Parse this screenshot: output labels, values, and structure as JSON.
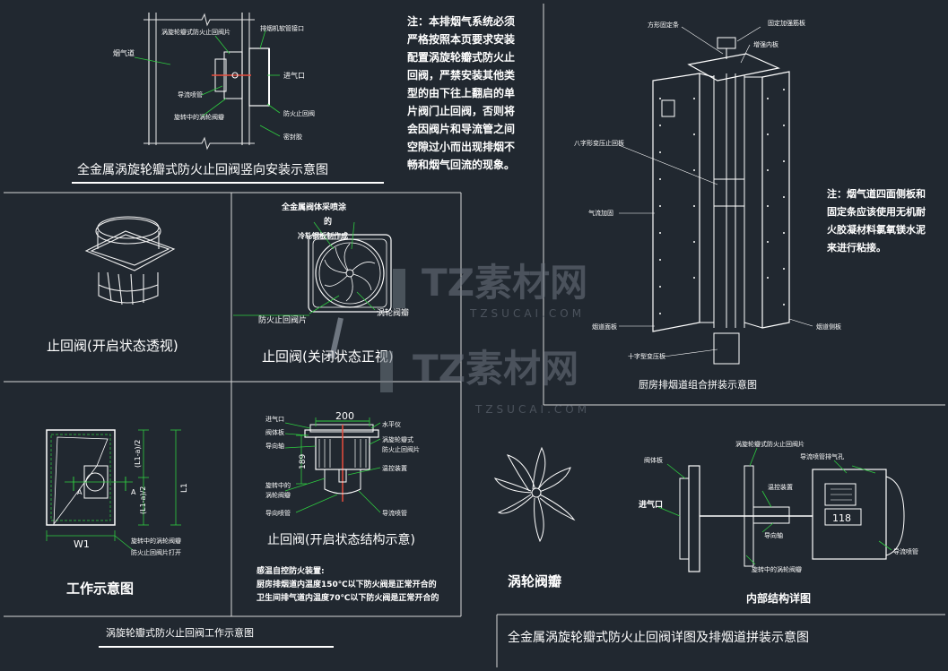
{
  "top_left": {
    "labels": {
      "flue": "烟气道",
      "vortex_damper": "涡旋轮瓣式防火止回阀片",
      "outlet": "排烟机软管接口",
      "inlet": "进气口",
      "guide_pipe": "导流喷管",
      "fire_valve": "防火止回阀",
      "rotating_blade": "旋转中的涡轮阀瓣",
      "seal": "密封胶"
    },
    "title": "全金属涡旋轮瓣式防火止回阀竖向安装示意图"
  },
  "note_top": [
    "注：本排烟气系统必须",
    "严格按照本页要求安装",
    "配置涡旋轮瓣式防火止",
    "回阀，严禁安装其他类",
    "型的由下往上翻启的单",
    "片阀门止回阀，否则将",
    "会因阀片和导流管之间",
    "空隙过小而出现排烟不",
    "畅和烟气回流的现象。"
  ],
  "open_view": {
    "title": "止回阀(开启状态透视)"
  },
  "closed_view": {
    "labels": [
      "全金属阀体采喷涂",
      "的",
      "冷轧钢板制作成",
      "防火止回阀片",
      "涡轮阀瓣"
    ],
    "title": "止回阀(关闭状态正视)"
  },
  "work_view": {
    "w_label": "W1",
    "l_label": "L1",
    "a_label": "A",
    "dim_a": "(L1-a)/2",
    "dim_b": "(L1-a)/2",
    "note": [
      "旋转中的涡轮阀瓣",
      "防火止回阀片打开"
    ],
    "title": "工作示意图"
  },
  "struct_view": {
    "dim_200": "200",
    "dim_189": "189",
    "labels_left": [
      "进气口",
      "阀体板",
      "导向轴",
      "旋转中的",
      "涡轮阀瓣",
      "导向喷管"
    ],
    "labels_right": [
      "水平仪",
      "涡旋轮瓣式",
      "防火止回阀片",
      "温控装置",
      "导流喷管"
    ],
    "title": "止回阀(开启状态结构示意)",
    "note_head": "感温自控防火装置:",
    "note_lines": [
      "厨房排烟道内温度150℃以下防火阀是正常开合的",
      "卫生间排气道内温度70℃以下防火阀是正常开合的"
    ]
  },
  "bottom_left_title": "涡旋轮瓣式防火止回阀工作示意图",
  "turbine": {
    "title": "涡轮阀瓣"
  },
  "internal": {
    "labels": [
      "涡旋轮瓣式防火止回阀片",
      "导流喷管排气孔",
      "阀体板",
      "进气口",
      "温控装置",
      "导向轴",
      "旋转中的涡轮阀瓣",
      "导流喷管"
    ],
    "digits": "118",
    "title": "内部结构详图"
  },
  "bottom_right_title": "全金属涡旋轮瓣式防火止回阀详图及排烟道拼装示意图",
  "kitchen": {
    "labels": [
      "方形固定条",
      "固定加强筋板",
      "增强内板",
      "八字形变压止回板",
      "气流加固",
      "烟道面板",
      "十字型变压板",
      "烟道侧板"
    ],
    "title": "厨房排烟道组合拼装示意图",
    "note": [
      "注：烟气道四面侧板和",
      "固定条应该使用无机耐",
      "火胶凝材料氯氧镁水泥",
      "来进行粘接。"
    ]
  },
  "watermark": {
    "brand": "TZ素材网",
    "url": "TZSUCAI.COM"
  }
}
